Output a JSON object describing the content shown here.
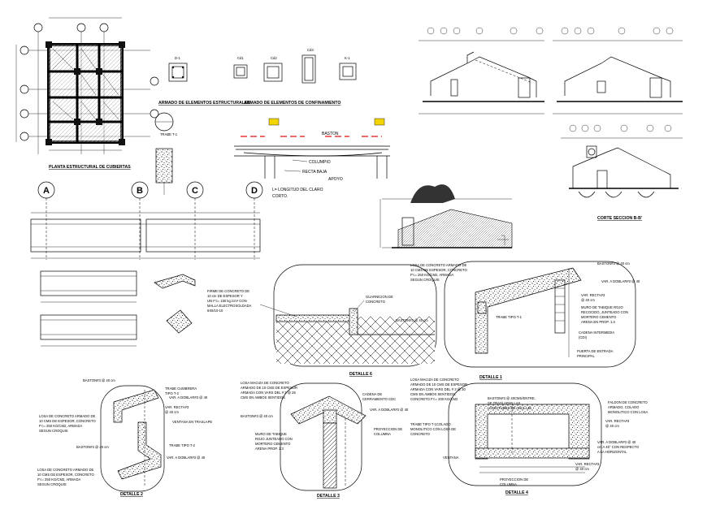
{
  "plan": {
    "title": "PLANTA ESTRUCTURAL DE CUBIERTAS"
  },
  "elements": {
    "structural_title": "ARMADO DE ELEMENTOS ESTRUCTURALES",
    "confinement_title": "ARMADO DE ELEMENTOS DE CONFINAMIENTO",
    "d1": "D-1",
    "cd1": "Cd1",
    "cd2": "Cd2",
    "cd3": "Cd3",
    "k1": "K-1"
  },
  "trabe_t1": {
    "label": "TRABE T-1"
  },
  "baston_diagram": {
    "baston": "BASTON",
    "columpio": "COLUMPIO",
    "recta_baja": "RECTA BAJA",
    "apoyo": "APOYO",
    "claro_line1": "L= LONGITUD DEL CLARO",
    "claro_line2": "CORTO."
  },
  "grid_axes": [
    "A",
    "B",
    "C",
    "D"
  ],
  "section": {
    "corte_title": "CORTE SECCION B-B'"
  },
  "detalle6": {
    "title": "DETALLE 6",
    "firme": [
      "FIRME DE CONCRETO DE",
      "10 cm DE ESPESOR Y",
      "UN F'c= 150 kg./cm² CON",
      "MALLA ELECTROSOLDADA",
      "6X6/10-10"
    ],
    "guarnicion": [
      "GUARNICION DE",
      "CONCRETO"
    ],
    "baston": "BASTON#3 @ 40 cm"
  },
  "detalle1": {
    "title": "DETALLE 1",
    "losa": [
      "LOSA DE CONCRETO ARMADO DE",
      "10 CMS DE ESPESOR, CONCRETO",
      "F'c= 250 KG/CM2, ARMADA",
      "SEGUN CROQUIS"
    ],
    "baston": "BASTON#3 @ 40 cm",
    "var_doblar": "VAR. A DOBLAR#3 @ 40",
    "var_recta": [
      "VAR. RECTA#3",
      "@ 40 cm"
    ],
    "trabe": "TRABE TIPO T-1",
    "muro": [
      "MURO DE TABIQUE ROJO",
      "RECOCIDO, JUNTEADO CON",
      "MORTERO CEMENTO",
      "ARENA EN PROP. 1:4"
    ],
    "cadena": [
      "CADENA INTERMEDIA",
      "(CDI)"
    ],
    "puerta": [
      "PUERTA DE ENTRADA",
      "PRINCIPAL"
    ]
  },
  "detalle2": {
    "title": "DETALLE 2",
    "baston_top": "BASTON#3 @ 40 cm",
    "trabe_cumbrera": [
      "TRABE CUMBRERA",
      "TIPO T-2"
    ],
    "var_doblar_1": "VAR. A DOBLAR#3 @ 40",
    "var_recta": [
      "VAR. RECTA#3",
      "@ 40 cm"
    ],
    "losa_top": [
      "LOSA DE CONCRETO ARMADO DE",
      "10 CMS DE ESPESOR, CONCRETO",
      "F'c= 250 KG/CM2, ARMADA",
      "SEGUN CROQUIS"
    ],
    "ventana": "VENTANA EN TRASLAPE",
    "baston_mid": "BASTON#3 @ 40 cm",
    "trabe_t2": "TRABE TIPO T-2",
    "var_doblar_2": "VAR. A DOBLAR#3 @ 40",
    "losa_bottom": [
      "LOSA DE CONCRETO ARMADO DE",
      "10 CMS DE ESPESOR, CONCRETO",
      "F'c= 250 KG/CM2, ARMADA",
      "SEGUN CROQUIS"
    ]
  },
  "detalle3": {
    "title": "DETALLE 3",
    "losa": [
      "LOSA MACIZA DE CONCRETO",
      "ARMADO DE 10 CMS DE ESPESOR",
      "ARMADA CON VARS DEL # 3 @ 25",
      "CMS EN AMBOS SENTIDOS"
    ],
    "cadena": [
      "CADENA DE",
      "CERRAMIENTO CDC"
    ],
    "baston": "BASTON#3 @ 40 cm",
    "var_doblar": "VAR. A DOBLAR#3 @ 40",
    "proyeccion": [
      "PROYECCION DE",
      "COLUMNA"
    ],
    "muro": [
      "MURO DE TABIQUE",
      "ROJO JUNTEADO CON",
      "MORTERO CEMENTO",
      "ARENA PROP. 1:3"
    ]
  },
  "detalle4": {
    "title": "DETALLE 4",
    "losa": [
      "LOSA MACIZA DE CONCRETO",
      "ARMADO DE 10 CMS DE ESPESOR",
      "ARMADA CON VARS DEL # 3 @ 30",
      "CMS EN AMBOS SENTIDOS,",
      "CONCRETO F'c= 200 KG/CM2"
    ],
    "baston": [
      "BASTON#3 @ 40CMS/ENTRE,",
      "SE TRASLAPAN LAS",
      "LONGITUDES DE ANCLAJE"
    ],
    "trabe": [
      "TRABE TIPO T-1COLADO",
      "MONOLITICO CON LOSA DE",
      "CONCRETO"
    ],
    "faldon": [
      "FALDON DE CONCRETO",
      "ARMADO, COLADO",
      "MONOLITICO CON LOSA"
    ],
    "var_recta": [
      "VAR. RECTA#3",
      "@ 40 cm"
    ],
    "var_doblar": [
      "VAR. A DOBLAR#3 @ 40",
      "cm A 45° CON RESPECTO",
      "A LA HORIZONTAL"
    ],
    "ventana": "VENTANA",
    "proyeccion": [
      "PROYECCION DE",
      "COLUMNA"
    ],
    "var_recta_2": [
      "VAR. RECTA#3",
      "@ 40 cm"
    ]
  },
  "colors": {
    "line": "#000000",
    "annotation_red": "#e01010",
    "axis_tag_yellow": "#f2d400",
    "paper": "#ffffff"
  }
}
